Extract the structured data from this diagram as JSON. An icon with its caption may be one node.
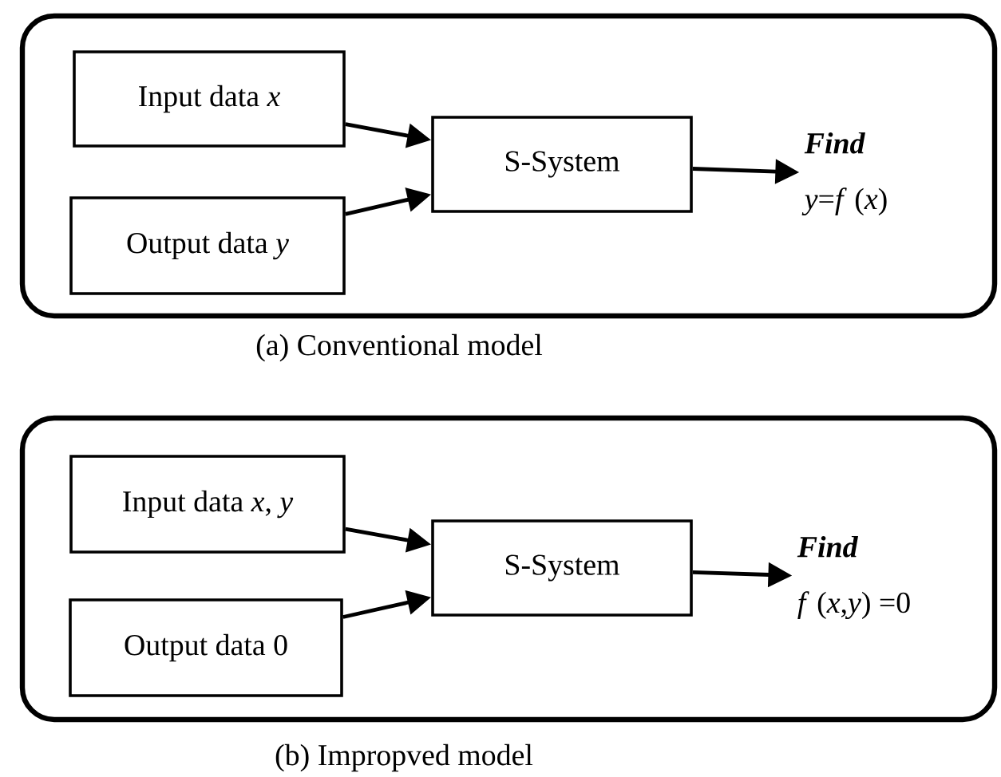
{
  "diagram": {
    "nodes": [
      {
        "text": [],
        "shape": "box",
        "beside": [
          "(a) Conventional model"
        ]
      },
      {
        "text": [
          "Input data *x*"
        ],
        "in": 0
      },
      {
        "text": [
          "Output data *y*"
        ],
        "in": 0
      },
      {
        "text": [
          "S-System"
        ],
        "in": 0
      },
      {
        "text": [
          "Find",
          "*y*=*f* (*x*)"
        ],
        "in": 0
      },
      {
        "text": [],
        "shape": "box",
        "beside": [
          "(b) Impropved model"
        ]
      },
      {
        "text": [
          "Input data *x*, *y*"
        ],
        "in": 5
      },
      {
        "text": [
          "Output data 0"
        ],
        "in": 5
      },
      {
        "text": [
          "S-System"
        ],
        "in": 5
      },
      {
        "text": [
          "Find",
          "*f* (*x*,*y*) =0"
        ],
        "in": 5
      }
    ],
    "edges": [
      {
        "from": 1,
        "to": 3,
        "arrow": "to"
      },
      {
        "from": 2,
        "to": 3,
        "arrow": "to"
      },
      {
        "from": 3,
        "to": 4,
        "arrow": "to"
      },
      {
        "from": 6,
        "to": 8,
        "arrow": "to"
      },
      {
        "from": 7,
        "to": 8,
        "arrow": "to"
      },
      {
        "from": 8,
        "to": 9,
        "arrow": "to"
      }
    ]
  }
}
